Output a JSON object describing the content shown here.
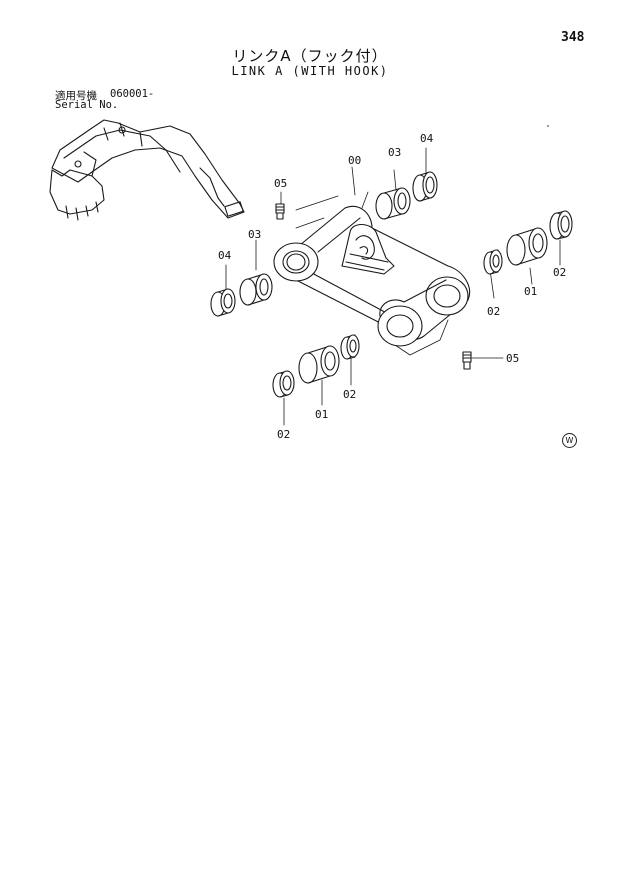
{
  "page": {
    "number": "348",
    "title_jp": "リンクA（フック付）",
    "title_en": "LINK A (WITH HOOK)",
    "serial_label_jp": "適用号機",
    "serial_label_en": "Serial No.",
    "serial_value": "060001-",
    "mark": "W"
  },
  "callouts": [
    {
      "id": "00",
      "label": "00"
    },
    {
      "id": "03-top",
      "label": "03"
    },
    {
      "id": "04-top",
      "label": "04"
    },
    {
      "id": "05-top",
      "label": "05"
    },
    {
      "id": "03-left",
      "label": "03"
    },
    {
      "id": "04-left",
      "label": "04"
    },
    {
      "id": "02-right-top",
      "label": "02"
    },
    {
      "id": "01-right",
      "label": "01"
    },
    {
      "id": "02-right-mid",
      "label": "02"
    },
    {
      "id": "05-bottom",
      "label": "05"
    },
    {
      "id": "02-bottom-mid",
      "label": "02"
    },
    {
      "id": "01-bottom",
      "label": "01"
    },
    {
      "id": "02-bottom-left",
      "label": "02"
    }
  ]
}
